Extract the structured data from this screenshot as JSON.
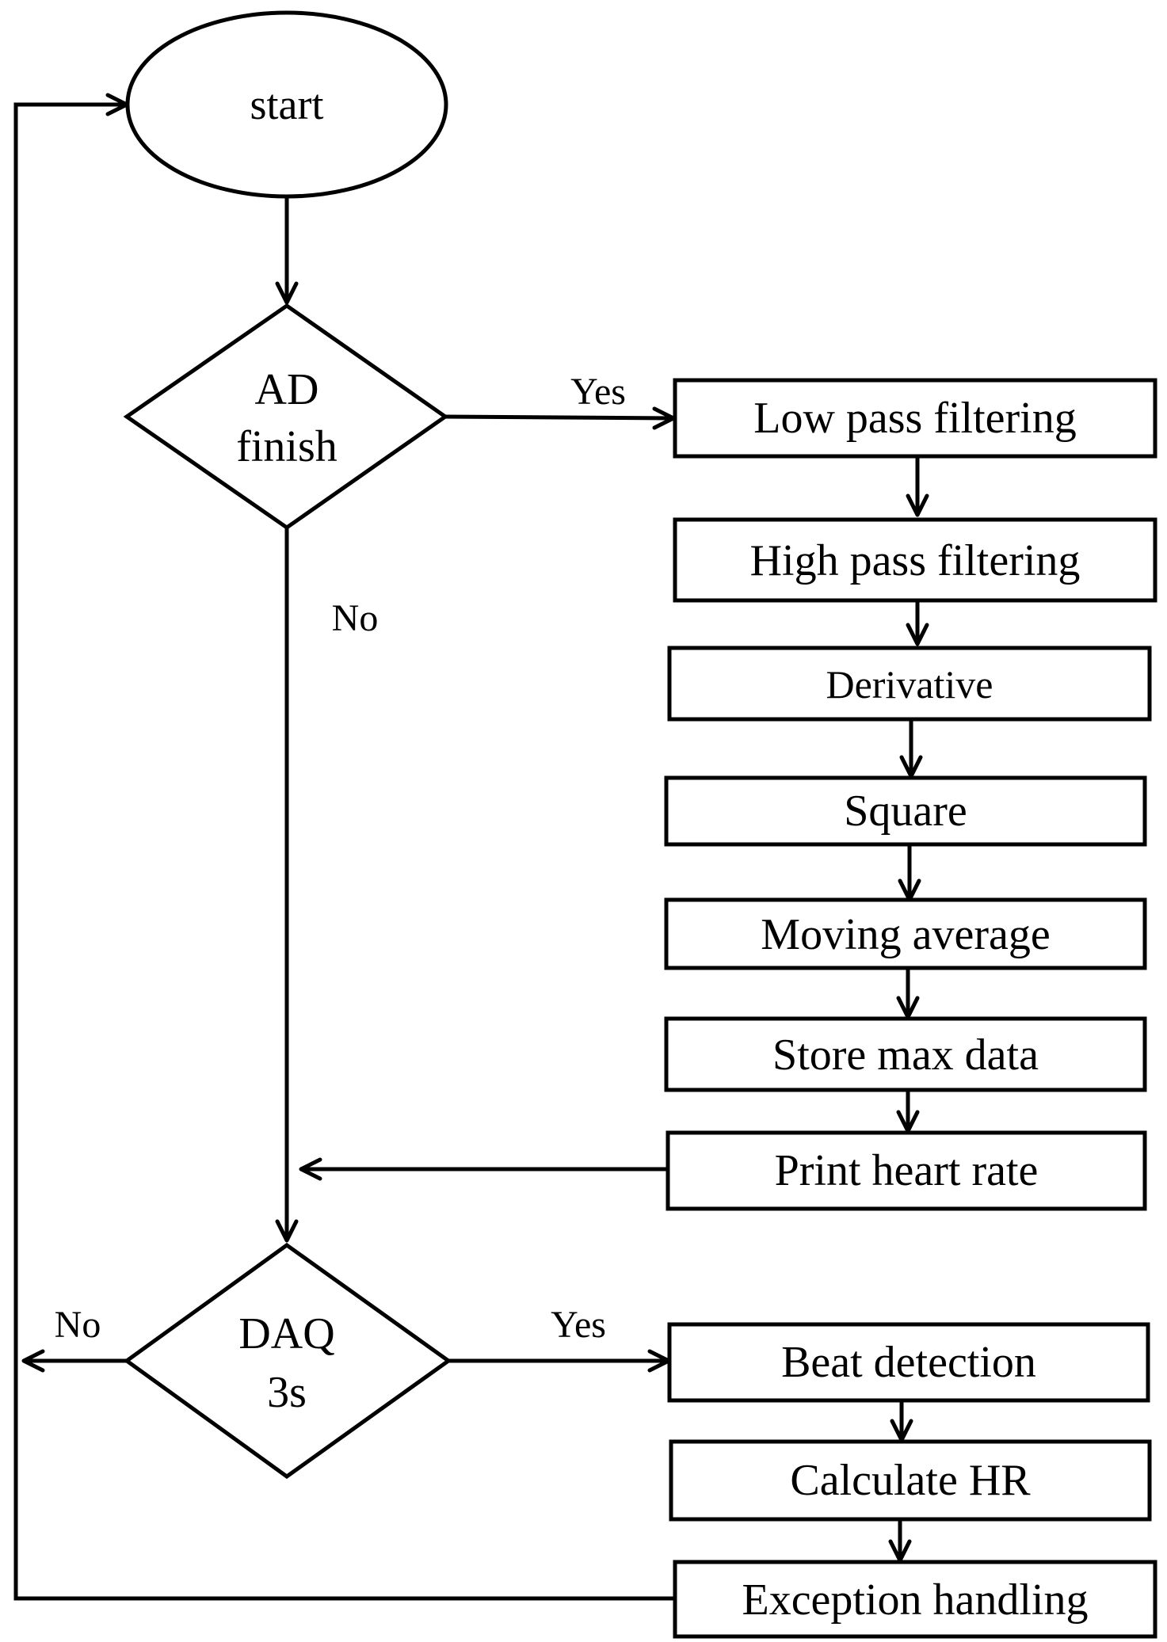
{
  "nodes": {
    "start": "start",
    "ad_finish": {
      "line1": "AD",
      "line2": "finish"
    },
    "low_pass": "Low pass filtering",
    "high_pass": "High pass filtering",
    "derivative": "Derivative",
    "square": "Square",
    "moving_average": "Moving average",
    "store_max": "Store max data",
    "print_hr": "Print heart rate",
    "daq": {
      "line1": "DAQ",
      "line2": "3s"
    },
    "beat_detection": "Beat detection",
    "calculate_hr": "Calculate HR",
    "exception_handling": "Exception handling"
  },
  "edge_labels": {
    "ad_yes": "Yes",
    "ad_no": "No",
    "daq_yes": "Yes",
    "daq_no": "No"
  }
}
